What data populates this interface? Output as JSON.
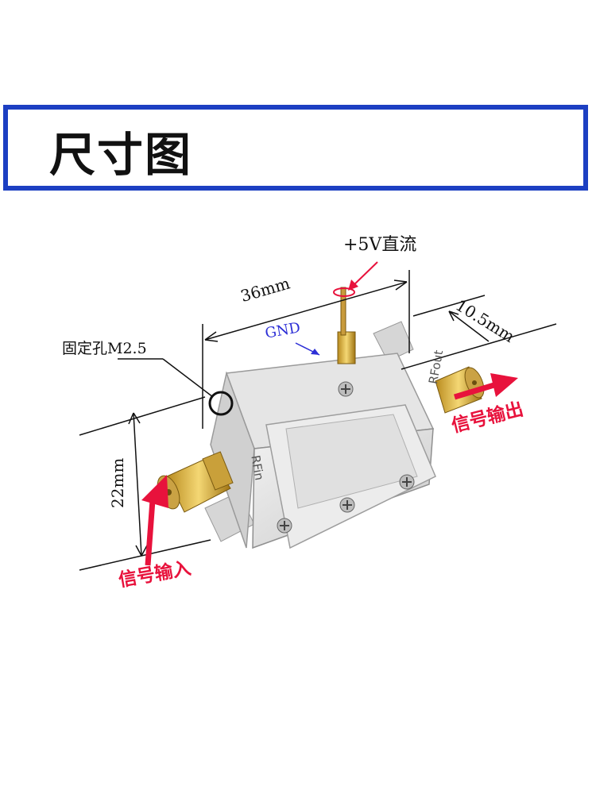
{
  "title": "尺寸图",
  "labels": {
    "power": "+5V直流",
    "length": "36mm",
    "depth": "10.5mm",
    "gnd": "GND",
    "mount_hole": "固定孔M2.5",
    "height": "22mm",
    "rf_in": "RFin",
    "rf_out": "RFout",
    "signal_in": "信号输入",
    "signal_out": "信号输出"
  },
  "colors": {
    "frame": "#1c3fc2",
    "accent_red": "#e8123c",
    "gnd_blue": "#2d2fd6"
  }
}
